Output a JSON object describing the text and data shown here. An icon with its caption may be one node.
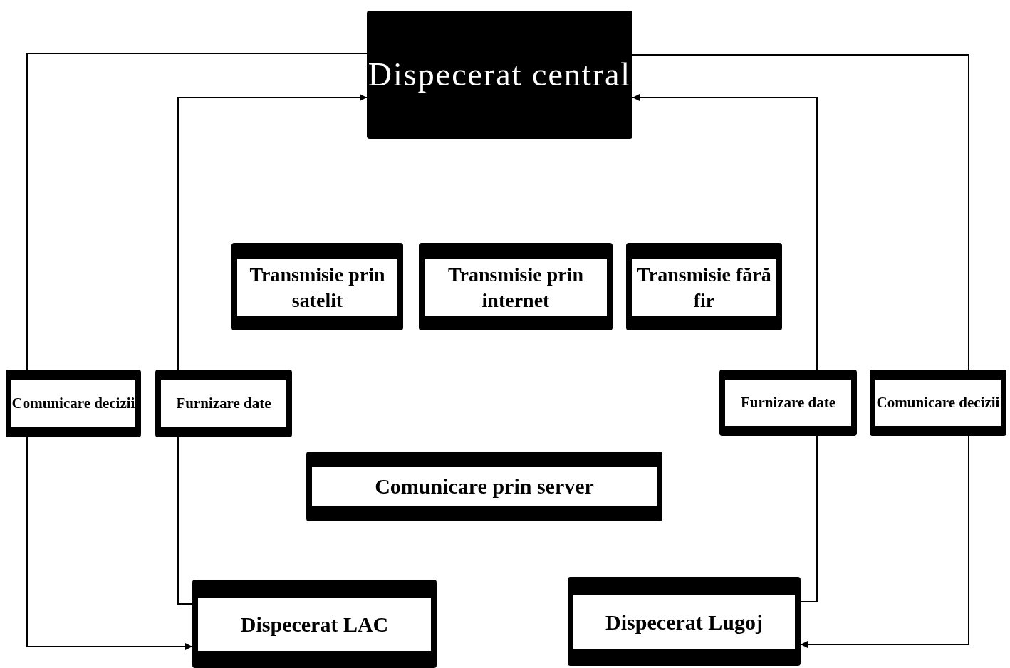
{
  "diagram": {
    "nodes": [
      {
        "text": [
          "Dispecerat central"
        ]
      },
      {
        "text": [
          "Transmisie prin satelit"
        ]
      },
      {
        "text": [
          "Transmisie prin internet"
        ]
      },
      {
        "text": [
          "Transmisie fără fir"
        ]
      },
      {
        "text": [
          "Comunicare decizii"
        ]
      },
      {
        "text": [
          "Furnizare date"
        ]
      },
      {
        "text": [
          "Furnizare date"
        ]
      },
      {
        "text": [
          "Comunicare decizii"
        ]
      },
      {
        "text": [
          "Comunicare prin server"
        ]
      },
      {
        "text": [
          "Dispecerat LAC"
        ]
      },
      {
        "text": [
          "Dispecerat Lugoj"
        ]
      }
    ],
    "edges": [
      {
        "from": 0,
        "to": 4,
        "arrow": "none"
      },
      {
        "from": 4,
        "to": 9,
        "arrow": "to"
      },
      {
        "from": 9,
        "to": 5,
        "arrow": "none"
      },
      {
        "from": 5,
        "to": 0,
        "arrow": "to"
      },
      {
        "from": 10,
        "to": 6,
        "arrow": "none"
      },
      {
        "from": 6,
        "to": 0,
        "arrow": "to"
      },
      {
        "from": 0,
        "to": 7,
        "arrow": "none"
      },
      {
        "from": 7,
        "to": 10,
        "arrow": "to"
      }
    ]
  }
}
